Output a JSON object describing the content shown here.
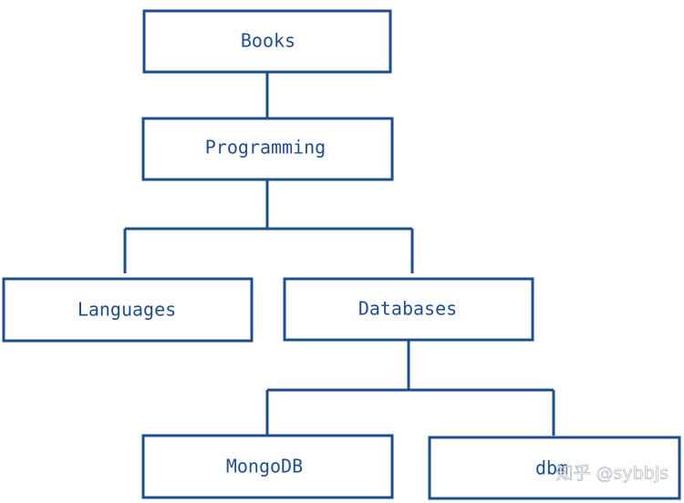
{
  "diagram": {
    "nodes": {
      "books": "Books",
      "programming": "Programming",
      "languages": "Languages",
      "databases": "Databases",
      "mongodb": "MongoDB",
      "dbm": "dbm"
    },
    "watermark": "知乎 @sybbjs",
    "colors": {
      "stroke": "#1f4e8c",
      "text": "#1f4e8c",
      "background": "#ffffff"
    }
  }
}
